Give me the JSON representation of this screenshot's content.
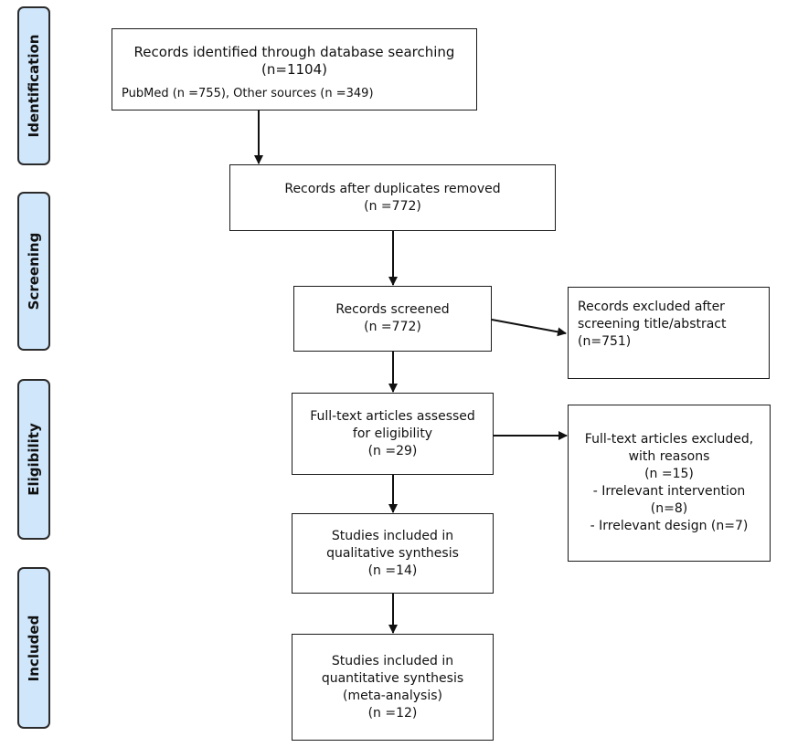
{
  "stages": [
    {
      "label": "Identification"
    },
    {
      "label": "Screening"
    },
    {
      "label": "Eligibility"
    },
    {
      "label": "Included"
    }
  ],
  "boxes": {
    "identified": {
      "line1": "Records identified through database searching",
      "line2": "(n=1104)",
      "line3": "PubMed (n =755), Other sources (n =349)"
    },
    "duplicates_removed": {
      "line1": "Records after duplicates removed",
      "line2": "(n =772)"
    },
    "screened": {
      "line1": "Records screened",
      "line2": "(n =772)"
    },
    "excluded_screening": {
      "line1": "Records excluded after",
      "line2": "screening title/abstract",
      "line3": "(n=751)"
    },
    "fulltext_assessed": {
      "line1": "Full-text articles assessed",
      "line2": "for eligibility",
      "line3": "(n =29)"
    },
    "fulltext_excluded": {
      "line1": "Full-text articles excluded,",
      "line2": "with reasons",
      "line3": "(n =15)",
      "line4": "- Irrelevant intervention",
      "line5": "(n=8)",
      "line6": "- Irrelevant design (n=7)"
    },
    "qualitative": {
      "line1": "Studies included in",
      "line2": "qualitative synthesis",
      "line3": "(n =14)"
    },
    "quantitative": {
      "line1": "Studies included in",
      "line2": "quantitative synthesis",
      "line3": "(meta-analysis)",
      "line4": "(n =12)"
    }
  },
  "colors": {
    "stage_fill": "#cfe6fb",
    "border": "#1a1a1a"
  }
}
